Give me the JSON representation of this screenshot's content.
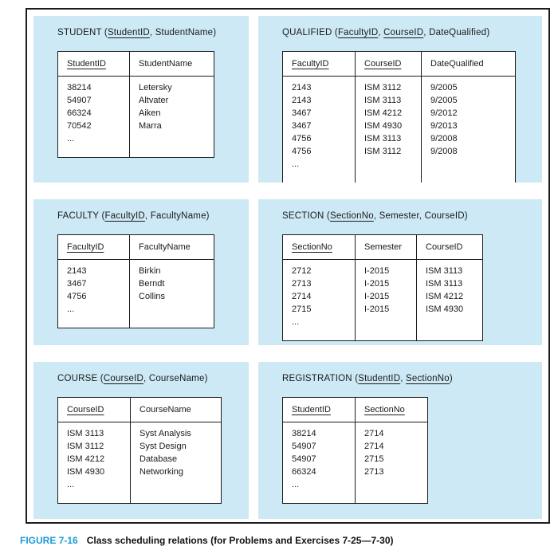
{
  "figure": {
    "caption_label": "FIGURE 7-16",
    "caption_text": "Class scheduling relations (for Problems and Exercises 7-25—7-30)",
    "accent_color": "#1a9cd8",
    "panel_color": "#cde9f6",
    "ellipsis": "..."
  },
  "relations": [
    {
      "name": "STUDENT",
      "columns": [
        {
          "label": "StudentID",
          "key": true
        },
        {
          "label": "StudentName",
          "key": false
        }
      ],
      "rows": [
        [
          "38214",
          "Letersky"
        ],
        [
          "54907",
          "Altvater"
        ],
        [
          "66324",
          "Aiken"
        ],
        [
          "70542",
          "Marra"
        ]
      ]
    },
    {
      "name": "QUALIFIED",
      "columns": [
        {
          "label": "FacultyID",
          "key": true
        },
        {
          "label": "CourseID",
          "key": true
        },
        {
          "label": "DateQualified",
          "key": false
        }
      ],
      "rows": [
        [
          "2143",
          "ISM 3112",
          "9/2005"
        ],
        [
          "2143",
          "ISM 3113",
          "9/2005"
        ],
        [
          "3467",
          "ISM 4212",
          "9/2012"
        ],
        [
          "3467",
          "ISM 4930",
          "9/2013"
        ],
        [
          "4756",
          "ISM 3113",
          "9/2008"
        ],
        [
          "4756",
          "ISM 3112",
          "9/2008"
        ]
      ]
    },
    {
      "name": "FACULTY",
      "columns": [
        {
          "label": "FacultyID",
          "key": true
        },
        {
          "label": "FacultyName",
          "key": false
        }
      ],
      "rows": [
        [
          "2143",
          "Birkin"
        ],
        [
          "3467",
          "Berndt"
        ],
        [
          "4756",
          "Collins"
        ]
      ]
    },
    {
      "name": "SECTION",
      "columns": [
        {
          "label": "SectionNo",
          "key": true
        },
        {
          "label": "Semester",
          "key": false
        },
        {
          "label": "CourseID",
          "key": false
        }
      ],
      "rows": [
        [
          "2712",
          "I-2015",
          "ISM 3113"
        ],
        [
          "2713",
          "I-2015",
          "ISM 3113"
        ],
        [
          "2714",
          "I-2015",
          "ISM 4212"
        ],
        [
          "2715",
          "I-2015",
          "ISM 4930"
        ]
      ]
    },
    {
      "name": "COURSE",
      "columns": [
        {
          "label": "CourseID",
          "key": true
        },
        {
          "label": "CourseName",
          "key": false
        }
      ],
      "rows": [
        [
          "ISM 3113",
          "Syst Analysis"
        ],
        [
          "ISM 3112",
          "Syst Design"
        ],
        [
          "ISM 4212",
          "Database"
        ],
        [
          "ISM 4930",
          "Networking"
        ]
      ]
    },
    {
      "name": "REGISTRATION",
      "columns": [
        {
          "label": "StudentID",
          "key": true
        },
        {
          "label": "SectionNo",
          "key": true
        }
      ],
      "rows": [
        [
          "38214",
          "2714"
        ],
        [
          "54907",
          "2714"
        ],
        [
          "54907",
          "2715"
        ],
        [
          "66324",
          "2713"
        ]
      ]
    }
  ]
}
